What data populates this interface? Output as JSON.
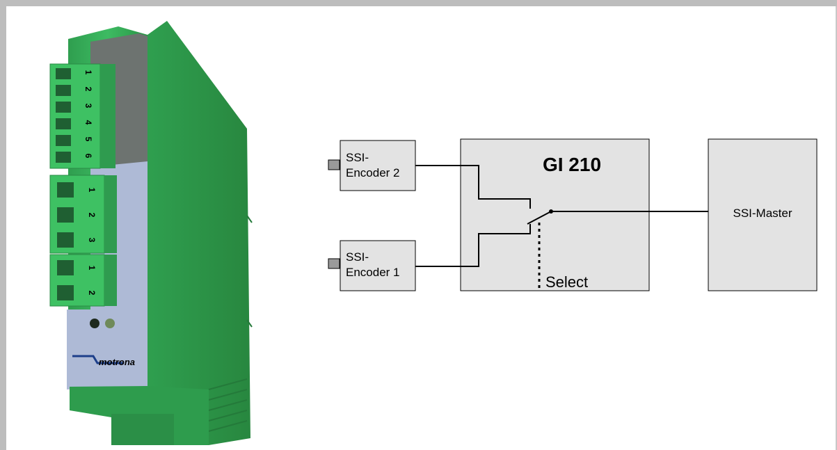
{
  "device": {
    "logo_text": "motrona",
    "top_terminal_numbers": [
      "1",
      "2",
      "3",
      "4",
      "5",
      "6"
    ],
    "mid_terminal_numbers": [
      "1",
      "2",
      "3"
    ],
    "low_terminal_numbers": [
      "1",
      "2"
    ]
  },
  "diagram": {
    "encoder2": {
      "line1": "SSI-",
      "line2": "Encoder 2"
    },
    "encoder1": {
      "line1": "SSI-",
      "line2": "Encoder 1"
    },
    "main_box_title": "GI 210",
    "select_label": "Select",
    "master_label": "SSI-Master"
  },
  "colors": {
    "housing_green": "#33b25a",
    "panel_blue": "#aebad6",
    "box_fill": "#e3e3e3",
    "frame_gray": "#bdbdbd"
  }
}
